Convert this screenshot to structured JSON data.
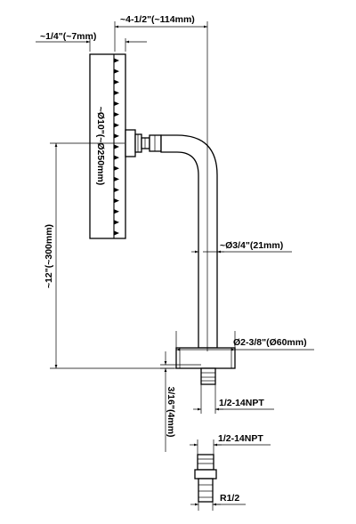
{
  "dimensions": {
    "arm_reach": "~4-1/2\"(~114mm)",
    "head_thickness": "~1/4\"(~7mm)",
    "head_diameter": "~Ø10\"(~Ø250mm)",
    "arm_drop": "~12\"(~300mm)",
    "arm_diameter": "~Ø3/4\"(21mm)",
    "flange_diameter": "Ø2-3/8\"(Ø60mm)",
    "flange_offset": "3/16\"(4mm)",
    "arm_thread": "1/2-14NPT",
    "adapter_thread_top": "1/2-14NPT",
    "adapter_thread_bottom": "R1/2"
  }
}
